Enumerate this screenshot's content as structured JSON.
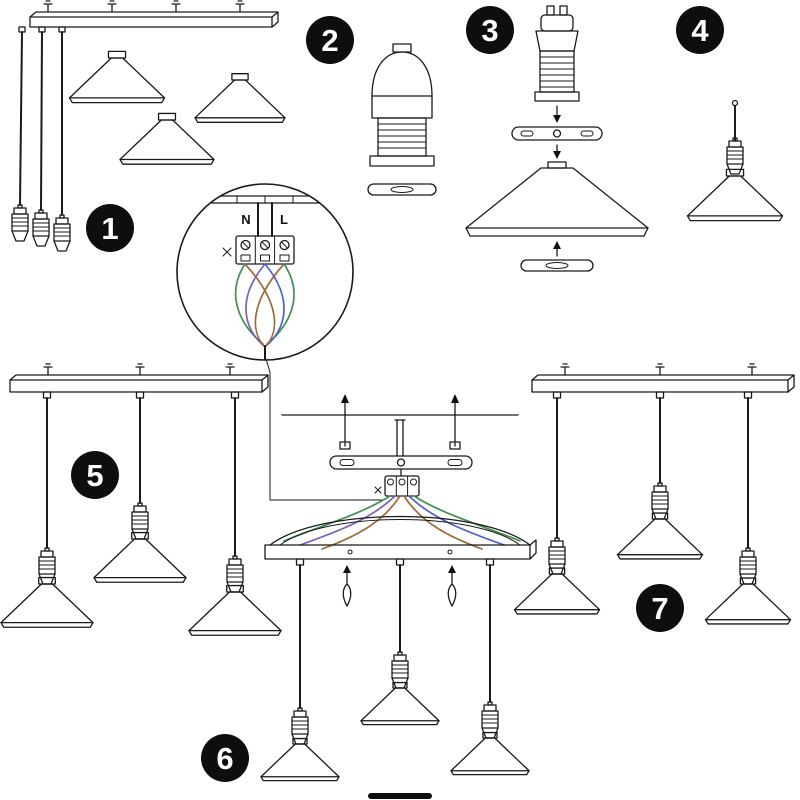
{
  "badges": [
    {
      "label": "1"
    },
    {
      "label": "2"
    },
    {
      "label": "3"
    },
    {
      "label": "4"
    },
    {
      "label": "5"
    },
    {
      "label": "6"
    },
    {
      "label": "7"
    }
  ],
  "wiring_detail": {
    "neutral_label": "N",
    "live_label": "L"
  },
  "colors": {
    "line": "#1a1a1a",
    "badge": "#0e0e0e",
    "wire_green": "#3f9150",
    "wire_blue": "#4f5fc8",
    "wire_purple": "#7b5fc0",
    "wire_brown": "#9c6b3d"
  }
}
